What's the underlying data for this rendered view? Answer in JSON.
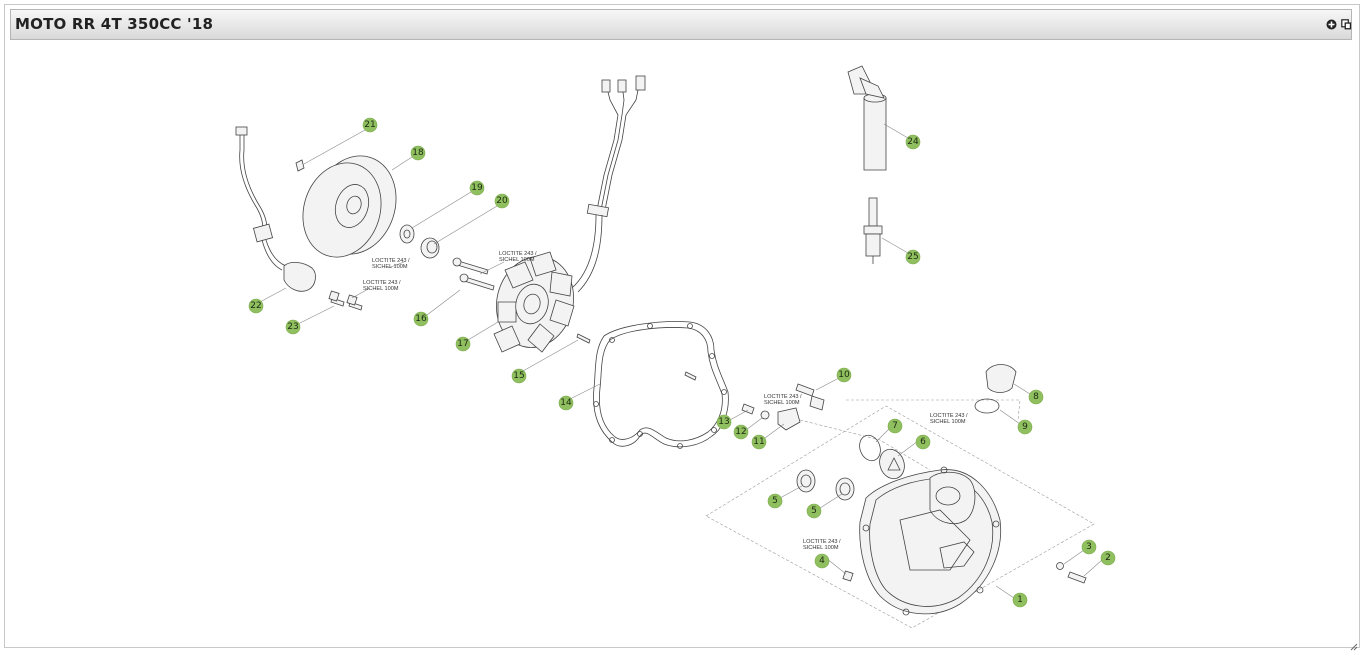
{
  "header": {
    "title": "MOTO RR 4T 350CC '18",
    "expand_icon": "plus-circle-icon",
    "copy_icon": "copy-icon"
  },
  "notes": {
    "n1_line1": "LOCTITE 243 /",
    "n1_line2": "SICHEL 100M",
    "n2_line1": "LOCTITE 243 /",
    "n2_line2": "SICHEL 100M",
    "n3_line1": "LOCTITE 243 /",
    "n3_line2": "SICHEL 100M",
    "n4_line1": "LOCTITE 243 /",
    "n4_line2": "SICHEL 100M",
    "n5_line1": "LOCTITE 243 /",
    "n5_line2": "SICHEL 100M",
    "n6_line1": "LOCTITE 243 /",
    "n6_line2": "SICHEL 100M"
  },
  "callouts": {
    "c1": "1",
    "c2": "2",
    "c3": "3",
    "c4": "4",
    "c5a": "5",
    "c5b": "5",
    "c6": "6",
    "c7": "7",
    "c8": "8",
    "c9": "9",
    "c10": "10",
    "c11": "11",
    "c12": "12",
    "c13": "13",
    "c14": "14",
    "c15": "15",
    "c16": "16",
    "c17": "17",
    "c18": "18",
    "c19": "19",
    "c20": "20",
    "c21": "21",
    "c22": "22",
    "c23": "23",
    "c24": "24",
    "c25": "25"
  }
}
